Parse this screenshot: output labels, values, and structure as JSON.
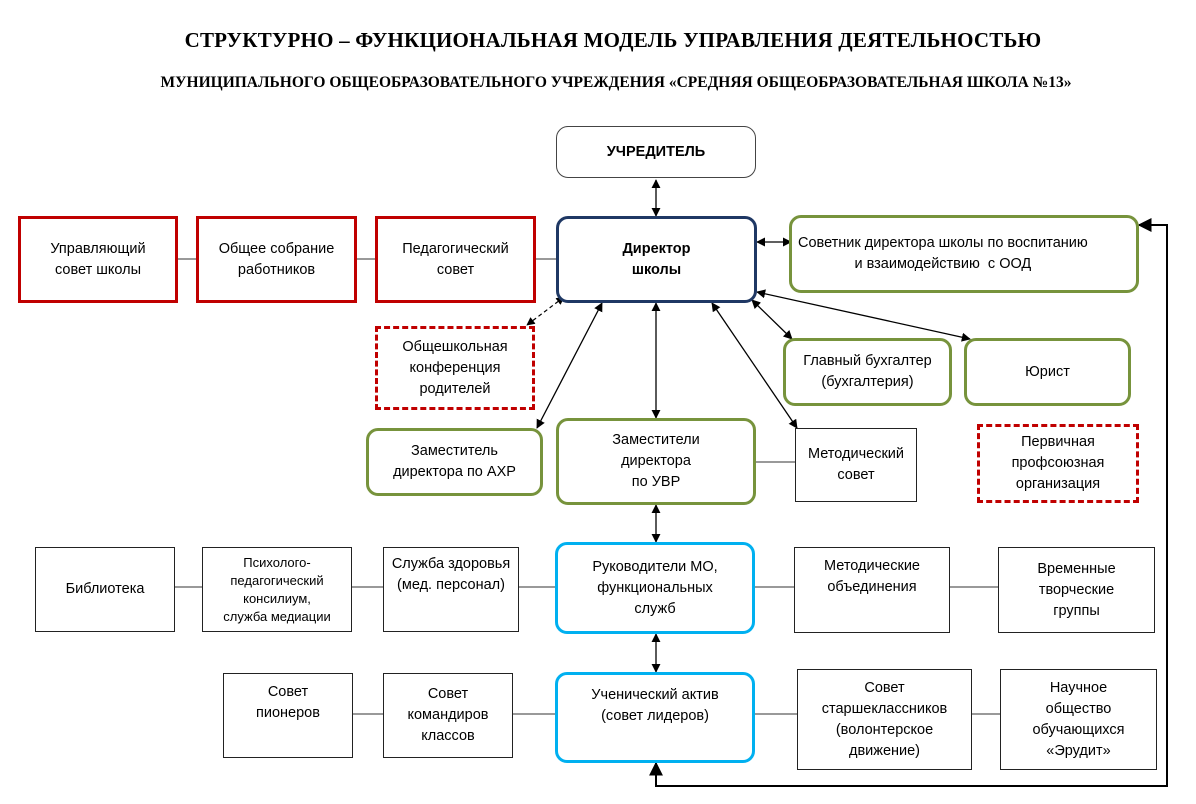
{
  "title": {
    "line1": "СТРУКТУРНО – ФУНКЦИОНАЛЬНАЯ МОДЕЛЬ УПРАВЛЕНИЯ ДЕЯТЕЛЬНОСТЬЮ",
    "line2": "МУНИЦИПАЛЬНОГО ОБЩЕОБРАЗОВАТЕЛЬНОГО УЧРЕЖДЕНИЯ «СРЕДНЯЯ ОБЩЕОБРАЗОВАТЕЛЬНАЯ ШКОЛА №13»"
  },
  "nodes": {
    "founder": "УЧРЕДИТЕЛЬ",
    "director": "Директор\nшколы",
    "governing_council": "Управляющий\nсовет школы",
    "general_meeting": "Общее собрание\nработников",
    "pedagogical_council": "Педагогический\nсовет",
    "advisor": "Советник директора школы по воспитанию\nи взаимодействию  с ООД",
    "parents_conference": "Общешкольная\nконференция\nродителей",
    "chief_accountant": "Главный бухгалтер\n(бухгалтерия)",
    "lawyer": "Юрист",
    "trade_union": "Первичная\nпрофсоюзная\nорганизация",
    "deputy_ahr": "Заместитель\nдиректора по АХР",
    "deputy_uvr": "Заместители\nдиректора\nпо УВР",
    "methodical_council": "Методический\nсовет",
    "library": "Библиотека",
    "ppk": "Психолого-\nпедагогический\nконсилиум,\nслужба медиации",
    "health_service": "Служба здоровья\n(мед. персонал)",
    "mo_heads": "Руководители МО,\nфункциональных\nслужб",
    "methodical_associations": "Методические\nобъединения",
    "creative_groups": "Временные\nтворческие\nгруппы",
    "pioneers_council": "Совет\nпионеров",
    "commanders_council": "Совет\nкомандиров\nклассов",
    "student_activists": "Ученический актив\n(совет лидеров)",
    "seniors_council": "Совет\nстаршеклассников\n(волонтерское\nдвижение)",
    "scientific_society": "Научное\nобщество\nобучающихся\n«Эрудит»"
  },
  "colors": {
    "red": "#c00000",
    "green": "#77933c",
    "blue": "#00b0f0",
    "navy": "#1f3864"
  }
}
